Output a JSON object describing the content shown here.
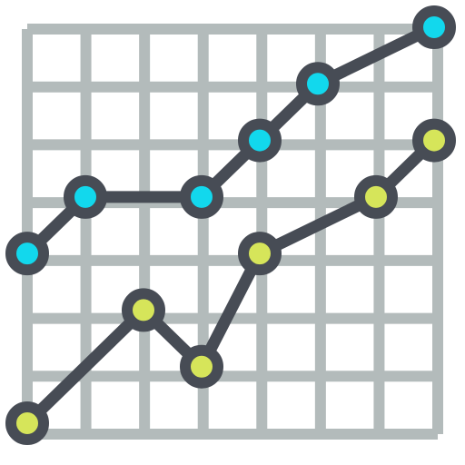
{
  "icon": {
    "name": "line-chart-icon",
    "colors": {
      "grid": "#b3bbbb",
      "stroke": "#474c55",
      "series_top_fill": "#12d8ed",
      "series_bottom_fill": "#d6e55a",
      "background": "#ffffff"
    }
  },
  "chart_data": {
    "type": "line",
    "grid": true,
    "x": [
      0,
      2,
      6,
      8,
      10,
      14
    ],
    "ylim": [
      0,
      14
    ],
    "xlim": [
      0,
      14
    ],
    "series": [
      {
        "x": [
          0,
          2,
          6,
          8,
          10,
          14
        ],
        "values": [
          6,
          8,
          8,
          10,
          12,
          14
        ]
      },
      {
        "x": [
          0,
          4,
          6,
          8,
          12,
          14
        ],
        "values": [
          0,
          4,
          2,
          6,
          8,
          10
        ]
      }
    ]
  }
}
